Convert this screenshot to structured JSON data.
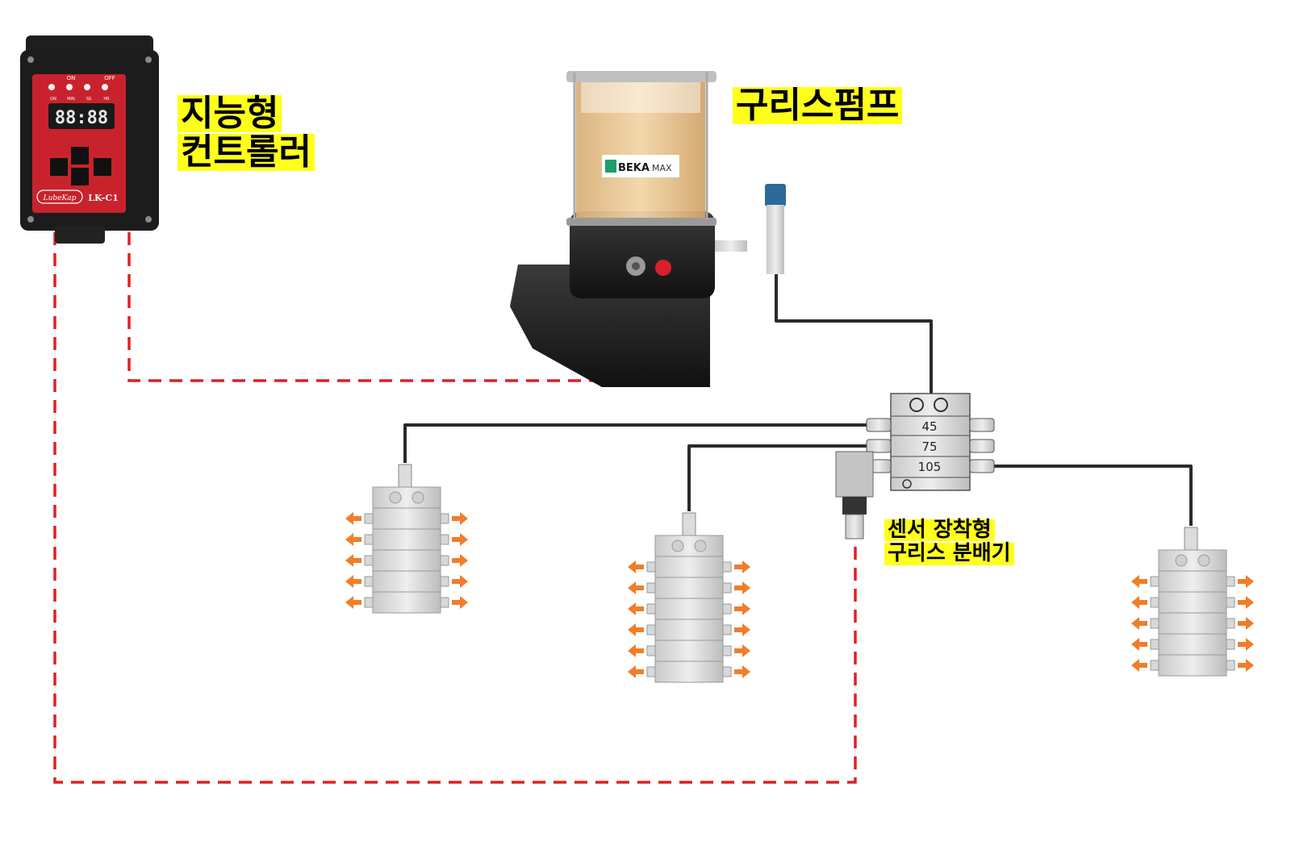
{
  "labels": {
    "controller": [
      "지능형",
      "컨트롤러"
    ],
    "pump": "구리스펌프",
    "sensor_distributor": [
      "센서 장착형",
      "구리스 분배기"
    ]
  },
  "controller_device": {
    "on_label": "ON",
    "off_label": "OFF",
    "display": "88:88",
    "mode_labels": [
      "ON",
      "MIN",
      "SS",
      "HR"
    ],
    "brand": "LubeKap",
    "model": "LK-C1"
  },
  "pump_device": {
    "brand": "BEKA",
    "brand_suffix": "MAX"
  },
  "main_distributor": {
    "outputs": [
      "45",
      "75",
      "105"
    ]
  },
  "colors": {
    "signal_line": "#e02020",
    "grease_line": "#2a2a2a",
    "outlet_arrow": "#f07d2a",
    "highlight": "#ffff1a",
    "controller_red": "#c8232c"
  }
}
